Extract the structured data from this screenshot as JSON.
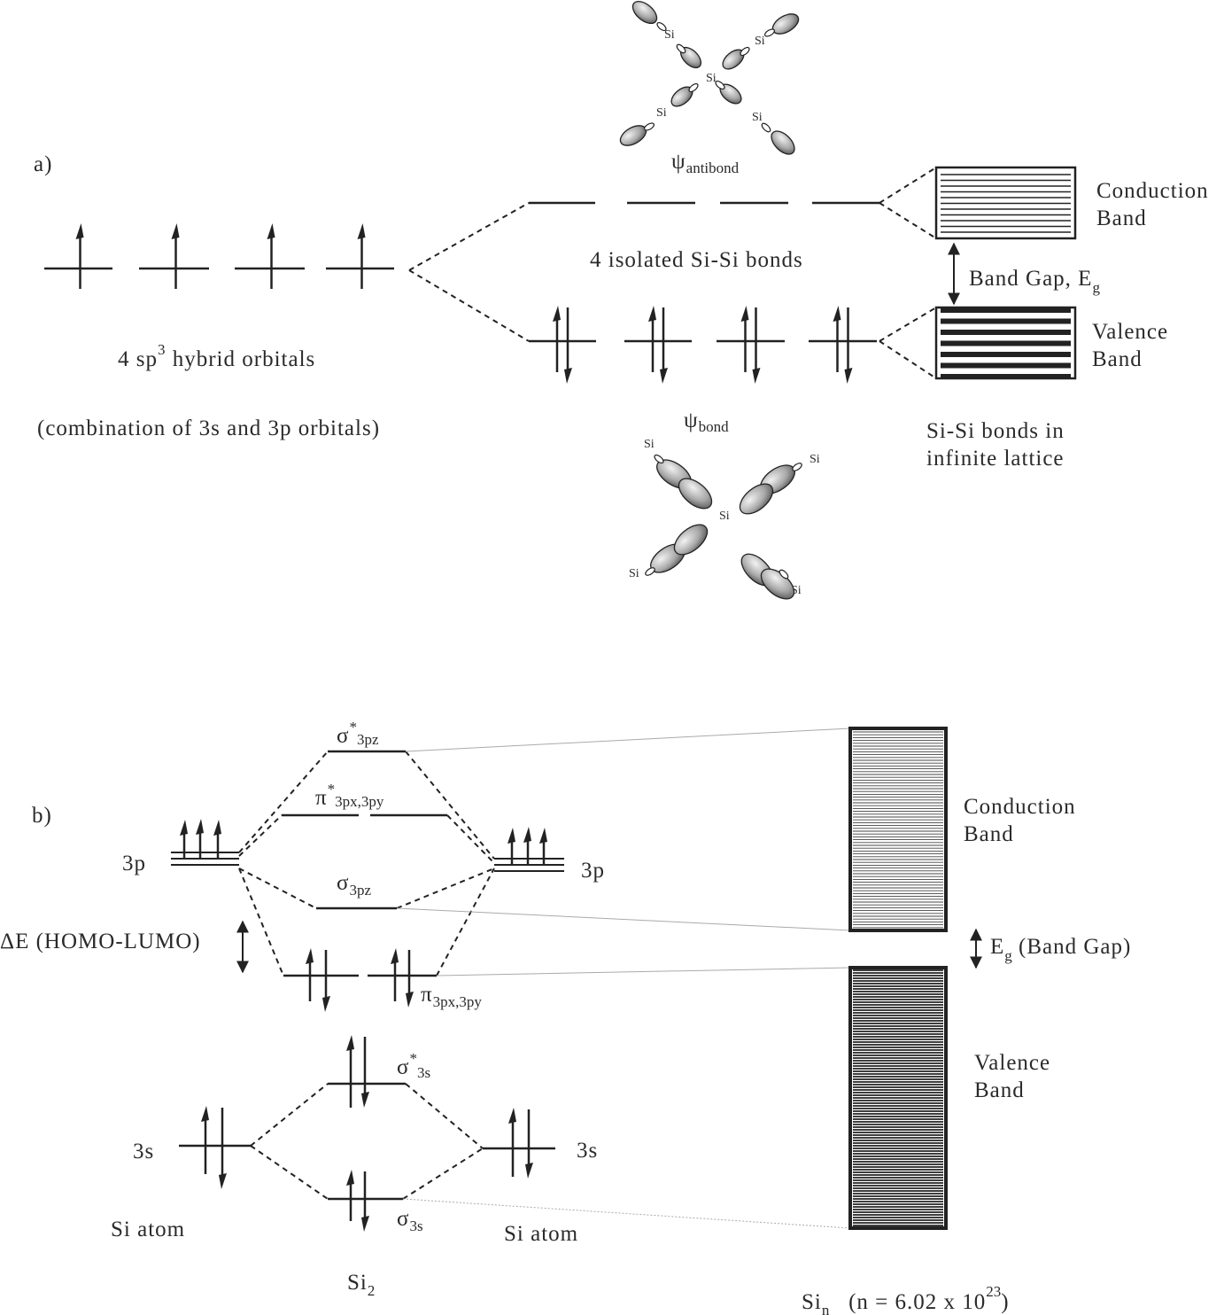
{
  "panel_a": {
    "label": "a)",
    "hybrid": {
      "l1_pre": "4 sp",
      "l1_sup": "3",
      "l1_post": " hybrid orbitals",
      "line2": "(combination of 3s and 3p orbitals)"
    },
    "isolated_bonds": "4 isolated Si-Si bonds",
    "psi_antibond": {
      "symbol": "ψ",
      "sub": "antibond"
    },
    "psi_bond": {
      "symbol": "ψ",
      "sub": "bond"
    },
    "atom": "Si",
    "conduction": [
      "Conduction",
      "Band"
    ],
    "valence": [
      "Valence",
      "Band"
    ],
    "gap": {
      "text": "Band Gap, E",
      "sub": "g"
    },
    "lattice": [
      "Si-Si bonds in",
      "infinite lattice"
    ]
  },
  "panel_b": {
    "label": "b)",
    "left_3p": "3p",
    "right_3p": "3p",
    "left_3s": "3s",
    "right_3s": "3s",
    "si_atom_left": "Si atom",
    "si_atom_right": "Si atom",
    "homo_lumo": "ΔE (HOMO-LUMO)",
    "sigma_star_3pz": {
      "base": "σ",
      "sup": "*",
      "sub": "3pz"
    },
    "pi_star": {
      "base": "π",
      "sup": "*",
      "sub": "3px,3py"
    },
    "sigma_3pz": {
      "base": "σ",
      "sub": "3pz"
    },
    "pi": {
      "base": "π",
      "sub": "3px,3py"
    },
    "sigma_star_3s": {
      "base": "σ",
      "sup": "*",
      "sub": "3s"
    },
    "sigma_3s": {
      "base": "σ",
      "sub": "3s"
    },
    "si2": {
      "base": "Si",
      "sub": "2"
    },
    "sin": {
      "base": "Si",
      "sub": "n",
      "mid": "   (n = 6.02 x 10",
      "sup": "23",
      "tail": ")"
    },
    "conduction": [
      "Conduction",
      "Band"
    ],
    "valence": [
      "Valence",
      "Band"
    ],
    "gap": {
      "pre": "E",
      "sub": "g",
      "post": " (Band Gap)"
    }
  }
}
